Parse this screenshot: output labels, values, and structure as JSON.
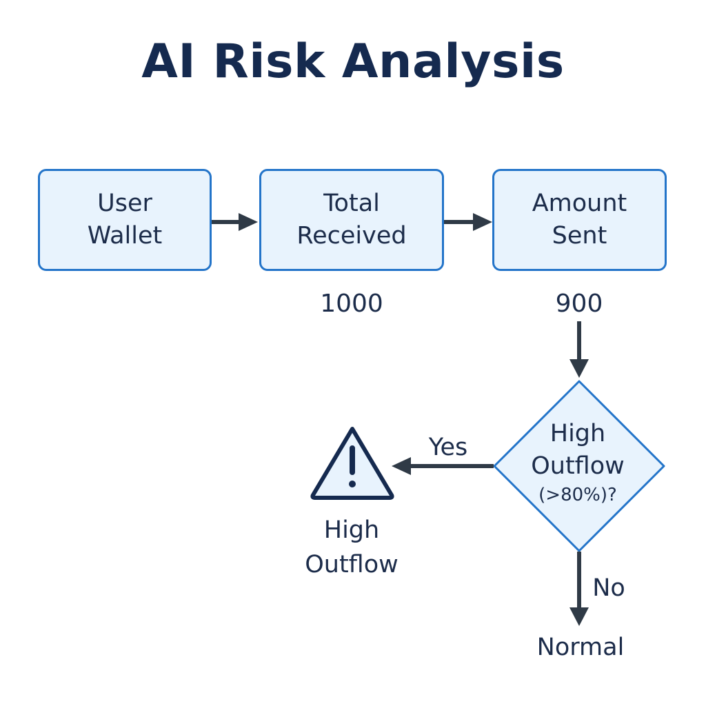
{
  "title": "AI Risk Analysis",
  "boxes": {
    "user_wallet": {
      "line1": "User",
      "line2": "Wallet"
    },
    "total_received": {
      "line1": "Total",
      "line2": "Received",
      "value": "1000"
    },
    "amount_sent": {
      "line1": "Amount",
      "line2": "Sent",
      "value": "900"
    }
  },
  "decision": {
    "line1": "High",
    "line2": "Outflow",
    "line3": "(>80%)?",
    "yes_label": "Yes",
    "no_label": "No"
  },
  "outcomes": {
    "high_outflow": {
      "line1": "High",
      "line2": "Outflow",
      "icon": "warning-triangle-icon"
    },
    "normal": {
      "label": "Normal"
    }
  },
  "colors": {
    "box_fill": "#e8f3fd",
    "box_border": "#2374c9",
    "arrow": "#2f3a46",
    "text": "#1c2c4a",
    "title": "#152a4f",
    "warning_stroke": "#152a4f"
  }
}
